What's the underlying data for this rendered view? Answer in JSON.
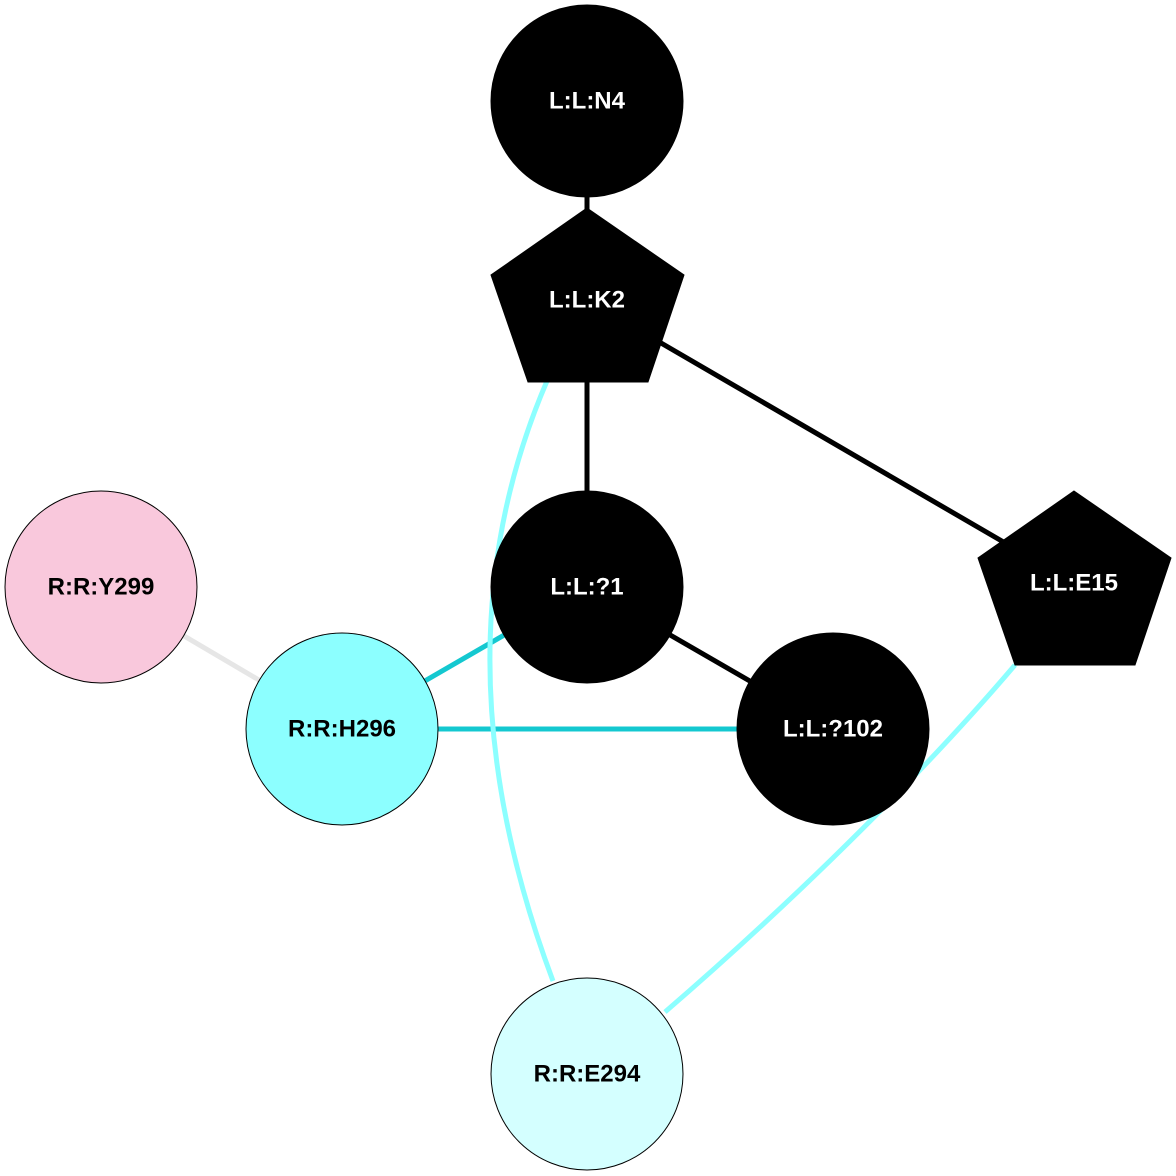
{
  "nodes": [
    {
      "id": "N4",
      "label": "L:L:N4",
      "shape": "circle",
      "fill": "#000000",
      "text": "#ffffff"
    },
    {
      "id": "K2",
      "label": "L:L:K2",
      "shape": "pentagon",
      "fill": "#000000",
      "text": "#ffffff"
    },
    {
      "id": "Q1",
      "label": "L:L:?1",
      "shape": "circle",
      "fill": "#000000",
      "text": "#ffffff"
    },
    {
      "id": "E15",
      "label": "L:L:E15",
      "shape": "pentagon",
      "fill": "#000000",
      "text": "#ffffff"
    },
    {
      "id": "Q102",
      "label": "L:L:?102",
      "shape": "circle",
      "fill": "#000000",
      "text": "#ffffff"
    },
    {
      "id": "Y299",
      "label": "R:R:Y299",
      "shape": "circle",
      "fill": "#f9c8dc",
      "text": "#000000"
    },
    {
      "id": "H296",
      "label": "R:R:H296",
      "shape": "circle",
      "fill": "#8cffff",
      "text": "#000000"
    },
    {
      "id": "E294",
      "label": "R:R:E294",
      "shape": "circle",
      "fill": "#d4ffff",
      "text": "#000000"
    }
  ],
  "edges": [
    {
      "from": "N4",
      "to": "K2",
      "color": "#000000"
    },
    {
      "from": "K2",
      "to": "Q1",
      "color": "#000000"
    },
    {
      "from": "K2",
      "to": "E15",
      "color": "#000000"
    },
    {
      "from": "Q1",
      "to": "Q102",
      "color": "#000000"
    },
    {
      "from": "H296",
      "to": "Q1",
      "color": "#14c8d0"
    },
    {
      "from": "H296",
      "to": "Q102",
      "color": "#14c8d0"
    },
    {
      "from": "Y299",
      "to": "H296",
      "color": "#e6e6e6"
    },
    {
      "from": "K2",
      "to": "E294",
      "color": "#8cffff"
    },
    {
      "from": "E15",
      "to": "E294",
      "color": "#8cffff"
    }
  ]
}
